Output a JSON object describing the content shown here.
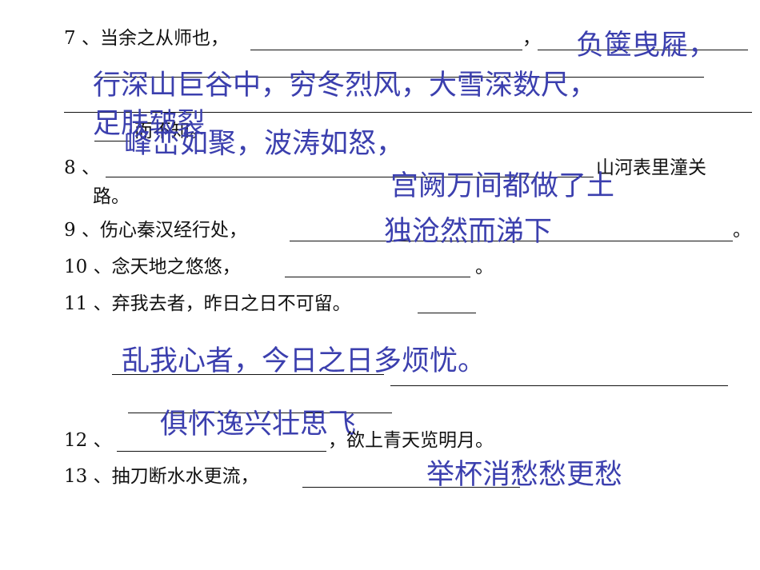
{
  "questions": {
    "q7": {
      "prefix": "7 、当余之从师也，",
      "comma": "，",
      "tail": "而不知。"
    },
    "q8": {
      "prefix": "8 、",
      "mid": "山河表里潼关",
      "tail": "路。"
    },
    "q9": {
      "prefix": "9 、伤心秦汉经行处，",
      "end": "。"
    },
    "q10": {
      "prefix": "10 、念天地之悠悠，",
      "end": "。"
    },
    "q11": {
      "prefix": "11 、弃我去者，昨日之日不可留。"
    },
    "q12": {
      "prefix": "12 、",
      "tail": "，欲上青天览明月。"
    },
    "q13": {
      "prefix": "13 、抽刀断水水更流，"
    }
  },
  "answers": {
    "a7_1": "负箧曳屣，",
    "a7_2": "行深山巨谷中，穷冬烈风，大雪深数尺，",
    "a7_3": "足肤皲裂",
    "a8_1": "峰峦如聚，波涛如怒，",
    "a8_2": "宫阙万间都做了土",
    "a9": "独沧然而涕下",
    "a11": "乱我心者，今日之日多烦忧。",
    "a12": "俱怀逸兴壮思飞",
    "a13": "举杯消愁愁更愁"
  },
  "colors": {
    "question_text": "#111111",
    "answer_text": "#3b3fae"
  }
}
